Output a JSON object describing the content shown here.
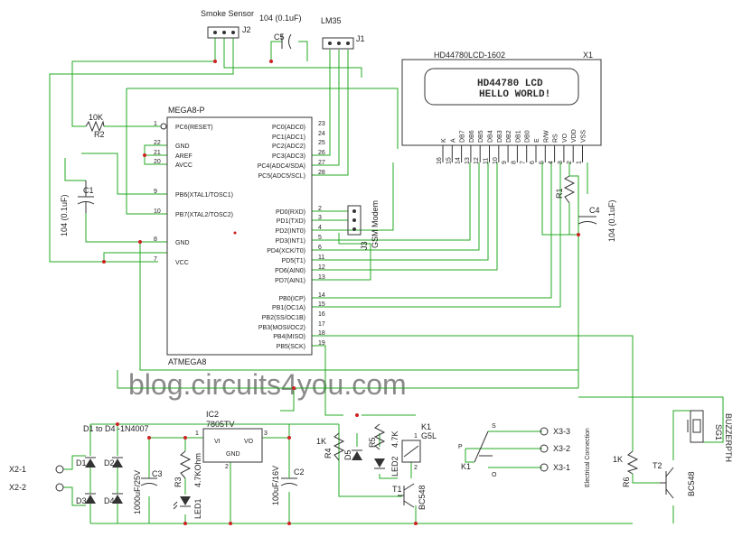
{
  "diagram": {
    "watermark": "blog.circuits4you.com",
    "mcu": {
      "name_top": "MEGA8-P",
      "name_bottom": "ATMEGA8",
      "left_pins": [
        {
          "num": "1",
          "label": "PC6(RESET)"
        },
        {
          "num": "22",
          "label": "GND"
        },
        {
          "num": "21",
          "label": "AREF"
        },
        {
          "num": "20",
          "label": "AVCC"
        },
        {
          "num": "9",
          "label": "PB6(XTAL1/TOSC1)"
        },
        {
          "num": "10",
          "label": "PB7(XTAL2/TOSC2)"
        },
        {
          "num": "8",
          "label": "GND"
        },
        {
          "num": "7",
          "label": "VCC"
        }
      ],
      "right_pins": [
        {
          "num": "23",
          "label": "PC0(ADC0)"
        },
        {
          "num": "24",
          "label": "PC1(ADC1)"
        },
        {
          "num": "25",
          "label": "PC2(ADC2)"
        },
        {
          "num": "26",
          "label": "PC3(ADC3)"
        },
        {
          "num": "27",
          "label": "PC4(ADC4/SDA)"
        },
        {
          "num": "28",
          "label": "PC5(ADC5/SCL)"
        },
        {
          "num": "2",
          "label": "PD0(RXD)"
        },
        {
          "num": "3",
          "label": "PD1(TXD)"
        },
        {
          "num": "4",
          "label": "PD2(INT0)"
        },
        {
          "num": "5",
          "label": "PD3(INT1)"
        },
        {
          "num": "6",
          "label": "PD4(XCK/T0)"
        },
        {
          "num": "11",
          "label": "PD5(T1)"
        },
        {
          "num": "12",
          "label": "PD6(AIN0)"
        },
        {
          "num": "13",
          "label": "PD7(AIN1)"
        },
        {
          "num": "14",
          "label": "PB0(ICP)"
        },
        {
          "num": "15",
          "label": "PB1(OC1A)"
        },
        {
          "num": "16",
          "label": "PB2(SS/OC1B)"
        },
        {
          "num": "17",
          "label": "PB3(MOSI/OC2)"
        },
        {
          "num": "18",
          "label": "PB4(MISO)"
        },
        {
          "num": "19",
          "label": "PB5(SCK)"
        }
      ]
    },
    "lcd": {
      "part": "HD44780LCD-1602",
      "ref": "X1",
      "line1": "HD44780 LCD",
      "line2": "HELLO WORLD!",
      "pin_labels": [
        "K",
        "A",
        "DB7",
        "DB6",
        "DB5",
        "DB4",
        "DB3",
        "DB2",
        "DB1",
        "DB0",
        "E",
        "R/W",
        "RS",
        "VO",
        "VDD",
        "VSS"
      ],
      "pin_numbers": [
        "16",
        "15",
        "14",
        "13",
        "12",
        "11",
        "10",
        "9",
        "8",
        "7",
        "6",
        "5",
        "4",
        "3",
        "2",
        "1"
      ]
    },
    "labels": {
      "smoke_sensor": "Smoke Sensor",
      "smoke_ref": "J2",
      "c5_value": "104 (0.1uF)",
      "c5_ref": "C5",
      "lm35": "LM35",
      "lm35_ref": "J1",
      "r2_value": "10K",
      "r2_ref": "R2",
      "c1_ref": "C1",
      "c1_value": "104 (0.1uF)",
      "r1_ref": "R1",
      "c4_ref": "C4",
      "c4_value": "104 (0.1uF)",
      "gsm_label": "GSM Modem",
      "gsm_ref": "J3",
      "ic2_ref": "IC2",
      "ic2_part": "7805TV",
      "ic2_vi": "VI",
      "ic2_vo": "VO",
      "ic2_gnd": "GND",
      "ic2_pin1": "1",
      "ic2_pin2": "2",
      "ic2_pin3": "3",
      "diodes_note": "D1 to D4 -1N4007",
      "d1": "D1",
      "d2": "D2",
      "d3": "D3",
      "d4": "D4",
      "x2_1": "X2-1",
      "x2_2": "X2-2",
      "c3_ref": "C3",
      "c3_value": "1000uF/25V",
      "r3_ref": "R3",
      "r3_value": "4.7KOhm",
      "led1_ref": "LED1",
      "c2_ref": "C2",
      "c2_value": "100uF/16V",
      "r4_ref": "R4",
      "r4_value": "1K",
      "d5_ref": "D5",
      "r5_ref": "R5",
      "r5_value": "4.7K",
      "led2_ref": "LED2",
      "k1_ref": "K1",
      "k1_part": "G5L",
      "t1_ref": "T1",
      "t1_part": "BC548",
      "relay_pin1": "1",
      "relay_pin2": "2",
      "k1_switch_ref": "K1",
      "sw_p": "P",
      "sw_s": "S",
      "sw_o": "O",
      "x3_3": "X3-3",
      "x3_2": "X3-2",
      "x3_1": "X3-1",
      "electrical_connection": "Electrical Connection",
      "r6_ref": "R6",
      "r6_value": "1K",
      "t2_ref": "T2",
      "t2_part": "BC548",
      "sg1_ref": "SG1",
      "buzzer": "BUZZERPTH"
    }
  }
}
